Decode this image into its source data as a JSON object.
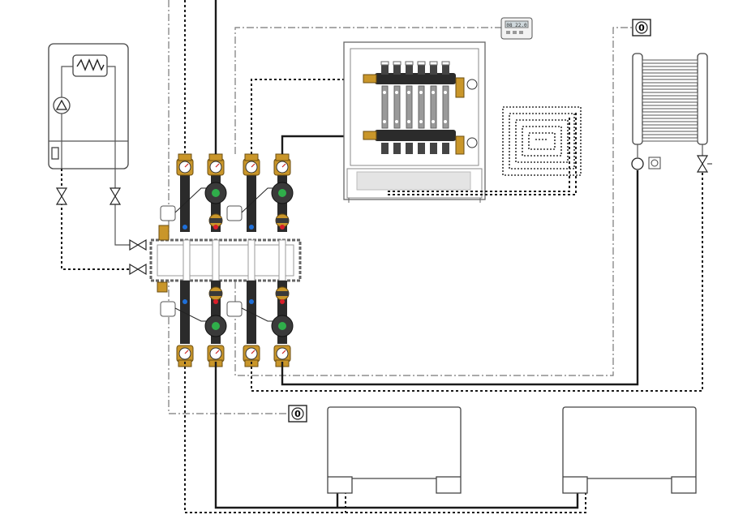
{
  "sensors": {
    "outdoor_label": "0",
    "lower_label": "0"
  },
  "thermostat": {
    "display": "08 22.0"
  },
  "colors": {
    "pipe": "#1a1a1a",
    "control_line": "#777777",
    "brass": "#c9962a",
    "pump_body": "#3a3a3a",
    "manifold_body": "#2b2b2b",
    "collector_grey": "#9a9a9a",
    "hot_indicator": "#d81e2a",
    "cold_indicator": "#1e6fd8",
    "pump_led": "#2fae4a"
  },
  "icons": [
    "boiler-icon",
    "radiator-icon",
    "floor-heating-coil-icon",
    "room-thermostat-icon",
    "outdoor-sensor-icon",
    "valve-icon",
    "pump-icon",
    "fan-coil-icon"
  ]
}
